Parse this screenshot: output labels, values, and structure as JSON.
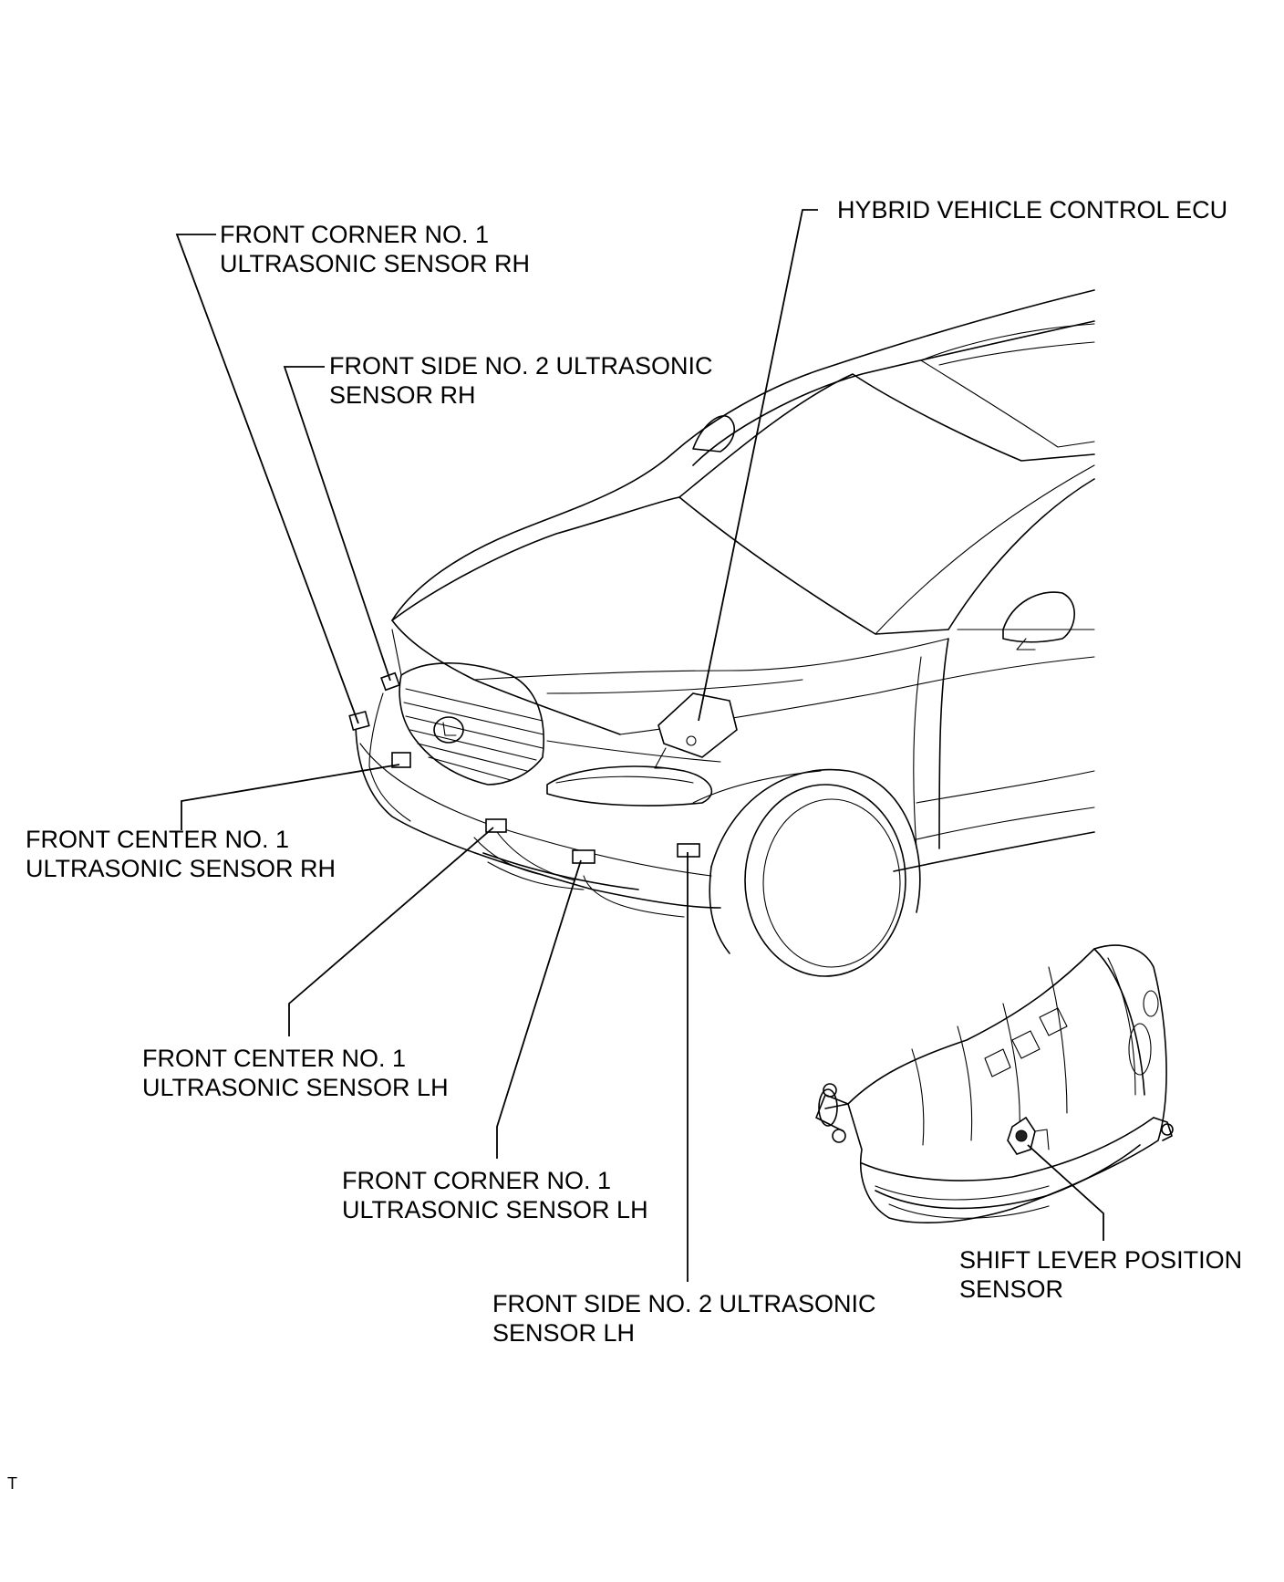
{
  "labels": {
    "hv_ecu": {
      "line1": "HYBRID VEHICLE CONTROL ECU"
    },
    "front_corner_rh": {
      "line1": "FRONT CORNER NO. 1",
      "line2": "ULTRASONIC SENSOR RH"
    },
    "front_side_rh": {
      "line1": "FRONT SIDE NO. 2 ULTRASONIC",
      "line2": "SENSOR RH"
    },
    "front_center_rh": {
      "line1": "FRONT CENTER NO. 1",
      "line2": "ULTRASONIC SENSOR RH"
    },
    "front_center_lh": {
      "line1": "FRONT CENTER NO. 1",
      "line2": "ULTRASONIC SENSOR LH"
    },
    "front_corner_lh": {
      "line1": "FRONT CORNER NO. 1",
      "line2": "ULTRASONIC SENSOR LH"
    },
    "front_side_lh": {
      "line1": "FRONT SIDE NO. 2 ULTRASONIC",
      "line2": "SENSOR LH"
    },
    "shift_lever": {
      "line1": "SHIFT LEVER POSITION",
      "line2": "SENSOR"
    }
  },
  "footer_code": "T"
}
